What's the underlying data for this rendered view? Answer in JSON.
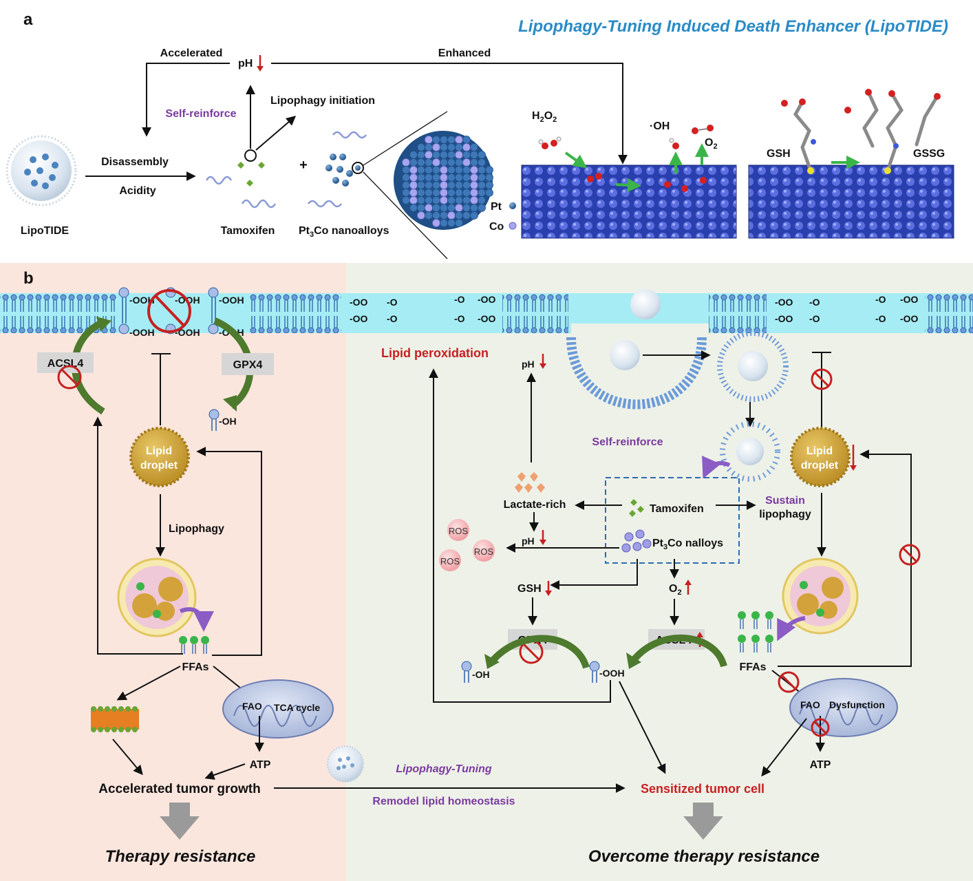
{
  "panel_a": {
    "letter": "a",
    "title": "Lipophagy-Tuning Induced Death Enhancer (LipoTIDE)",
    "accelerated": "Accelerated",
    "ph": "pH",
    "enhanced": "Enhanced",
    "self_reinforce": "Self-reinforce",
    "lipophagy_initiation": "Lipophagy initiation",
    "disassembly": "Disassembly",
    "acidity": "Acidity",
    "plus": "+",
    "lipotide": "LipoTIDE",
    "tamoxifen": "Tamoxifen",
    "pt3co_prefix": "Pt",
    "pt3co_sub": "3",
    "pt3co_suffix": "Co nanoalloys",
    "pt": "Pt",
    "co": "Co",
    "h2o2_h": "H",
    "h2o2_sub1": "2",
    "h2o2_o": "O",
    "h2o2_sub2": "2",
    "oh_radical": "·OH",
    "o2": "O",
    "o2_sub": "2",
    "gsh": "GSH",
    "gssg": "GSSG"
  },
  "panel_b": {
    "letter": "b",
    "ooh": "-OOH",
    "oh": "-OH",
    "oo": "-OO",
    "o": "-O",
    "acsl4": "ACSL4",
    "gpx4": "GPX4",
    "lipid_droplet_line1": "Lipid",
    "lipid_droplet_line2": "droplet",
    "lipophagy": "Lipophagy",
    "ffas": "FFAs",
    "fao": "FAO",
    "tca": "TCA cycle",
    "atp": "ATP",
    "accelerated_growth": "Accelerated tumor growth",
    "therapy_resistance": "Therapy resistance",
    "lipid_peroxidation": "Lipid peroxidation",
    "ph": "pH",
    "self_reinforce": "Self-reinforce",
    "lactate_rich": "Lactate-rich",
    "tamoxifen": "Tamoxifen",
    "pt3co_prefix": "Pt",
    "pt3co_sub": "3",
    "pt3co_suffix": "Co nalloys",
    "ros": "ROS",
    "gsh": "GSH",
    "o2": "O",
    "o2_sub": "2",
    "sustain_line1": "Sustain",
    "sustain_line2": "lipophagy",
    "dysfunction": "Dysfunction",
    "lipophagy_tuning": "Lipophagy-Tuning",
    "remodel": "Remodel lipid homeostasis",
    "sensitized": "Sensitized tumor cell",
    "overcome": "Overcome therapy resistance"
  },
  "colors": {
    "title_blue": "#2a8bc7",
    "purple": "#7a3aa0",
    "red": "#c62020",
    "left_bg": "#fbe6de",
    "right_bg": "#eef1e8",
    "membrane": "#a6ecf4",
    "lipid_blue": "#2b5fa6",
    "gold": "#c9a23a",
    "green_arrow": "#4d7a2d",
    "gray_arrow": "#9a9a9a"
  }
}
